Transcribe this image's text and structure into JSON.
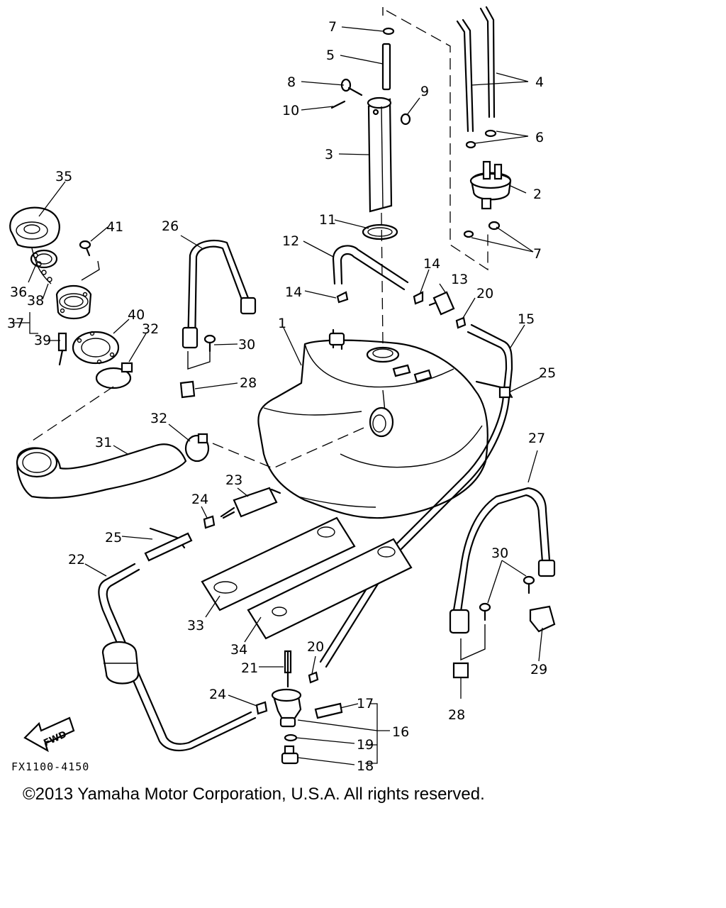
{
  "diagram": {
    "figure_code": "FX1100-4150",
    "copyright": "©2013 Yamaha Motor Corporation, U.S.A. All rights reserved.",
    "fwd_label": "FWD",
    "callouts": [
      "1",
      "2",
      "3",
      "4",
      "5",
      "6",
      "7",
      "8",
      "9",
      "10",
      "11",
      "12",
      "13",
      "14",
      "15",
      "16",
      "17",
      "18",
      "19",
      "20",
      "21",
      "22",
      "23",
      "24",
      "25",
      "26",
      "27",
      "28",
      "29",
      "30",
      "31",
      "32",
      "33",
      "34",
      "35",
      "36",
      "37",
      "38",
      "39",
      "40",
      "41"
    ]
  }
}
